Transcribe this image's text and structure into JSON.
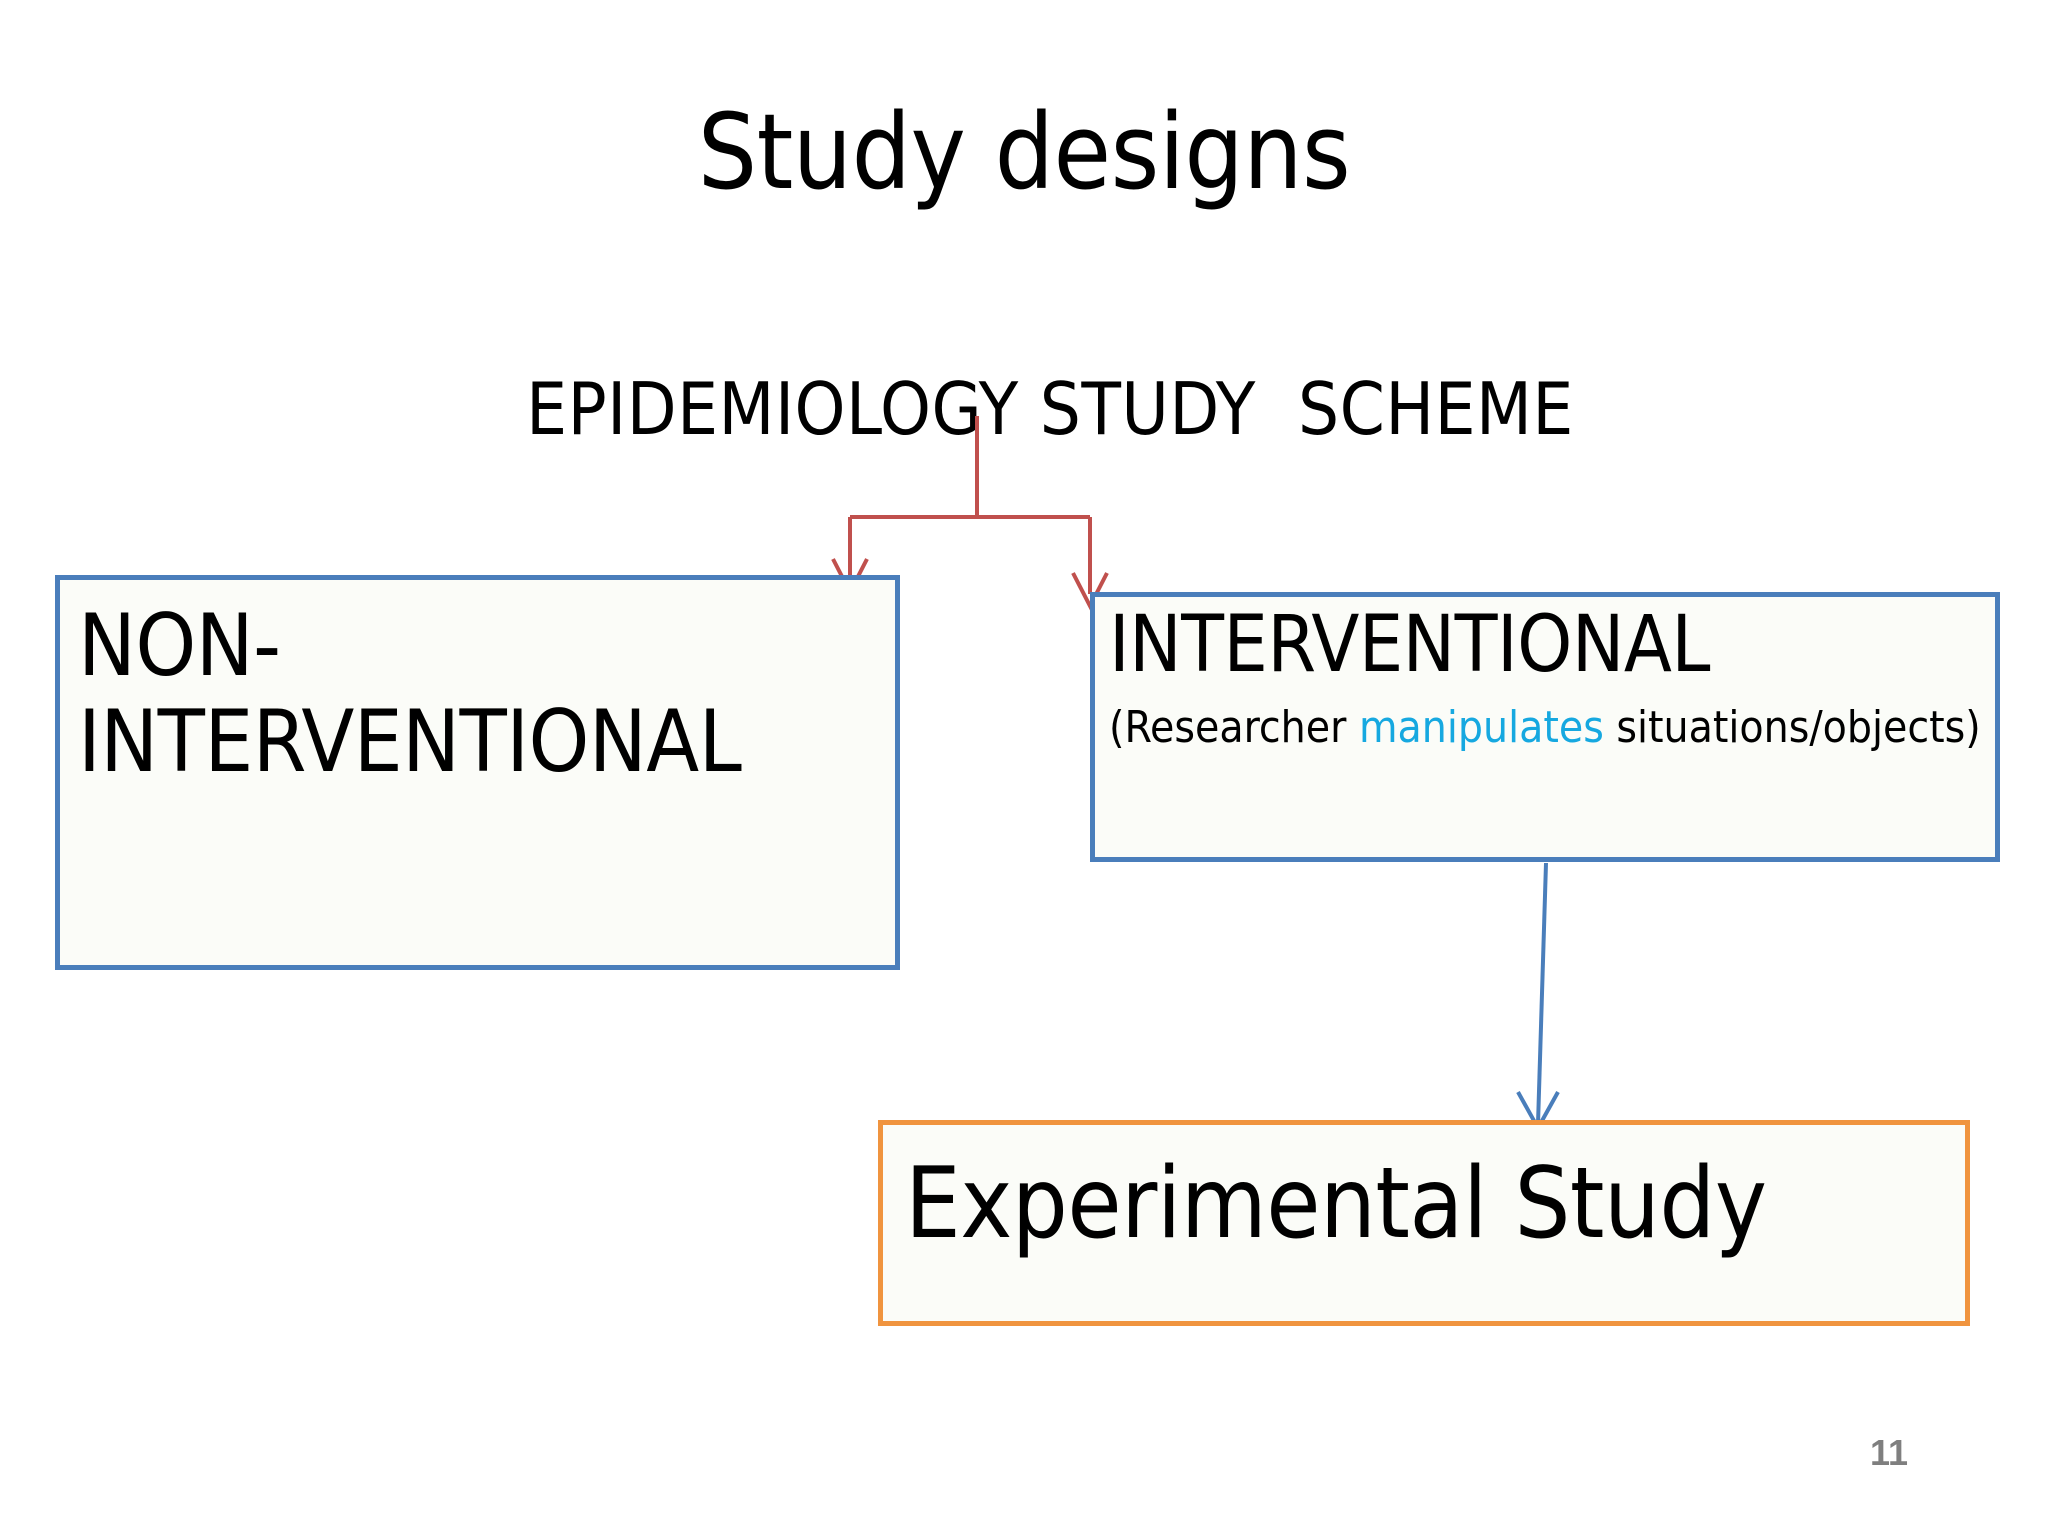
{
  "slide": {
    "title": "Study designs",
    "scheme_heading": "EPIDEMIOLOGY STUDY  SCHEME",
    "page_number": "11",
    "background_color": "#ffffff"
  },
  "nodes": {
    "non_interventional": {
      "label": "NON-INTERVENTIONAL",
      "border_color": "#4a7ebb",
      "fill_color": "#fbfcf8"
    },
    "interventional": {
      "heading": "INTERVENTIONAL",
      "sub_prefix": "(Researcher ",
      "sub_highlight": "manipulates",
      "sub_suffix": " situations/objects)",
      "highlight_color": "#16a8e0",
      "border_color": "#4a7ebb",
      "fill_color": "#fbfcf8"
    },
    "experimental": {
      "label": "Experimental Study",
      "border_color": "#f0943f",
      "fill_color": "#fbfcf8"
    }
  },
  "connectors": {
    "split_color": "#c0504d",
    "down_color": "#4a7ebb",
    "left_branch_target": "non_interventional",
    "right_branch_target": "interventional",
    "down_arrow_target": "experimental"
  }
}
